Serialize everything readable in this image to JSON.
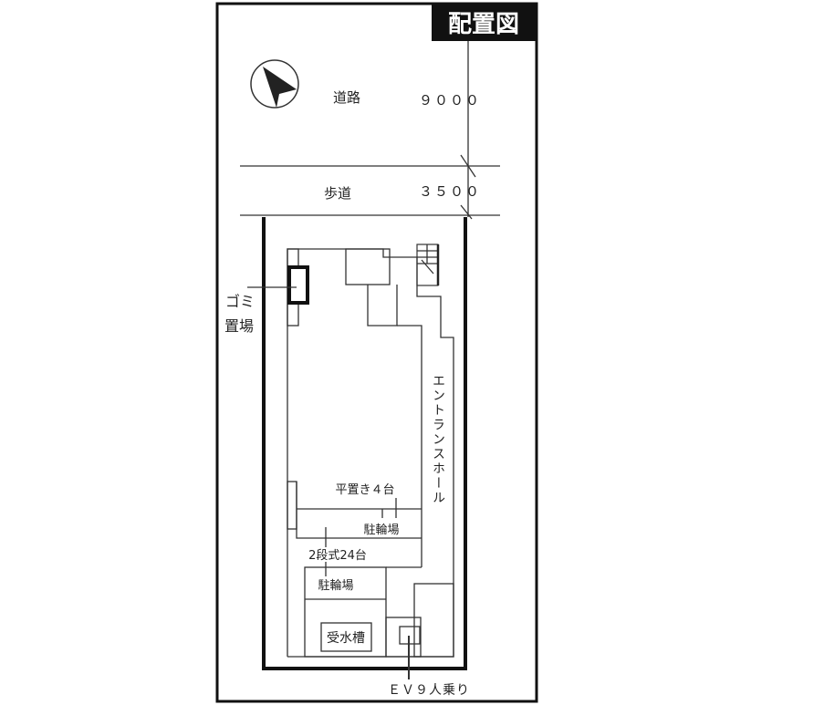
{
  "title": "配置図",
  "compass": {
    "icon": "north-arrow-icon"
  },
  "road": {
    "label": "道路",
    "width": "９０００"
  },
  "sidewalk": {
    "label": "歩道",
    "width": "３５００"
  },
  "labels": {
    "garbage_line1": "ゴミ",
    "garbage_line2": "置場",
    "flat_parking": "平置き４台",
    "bike_parking_upper": "駐輪場",
    "two_tier": "2段式24台",
    "bike_parking_lower": "駐輪場",
    "water_tank": "受水槽",
    "entrance_hall": "エントランスホール",
    "elevator": "ＥＶ９人乗り"
  }
}
